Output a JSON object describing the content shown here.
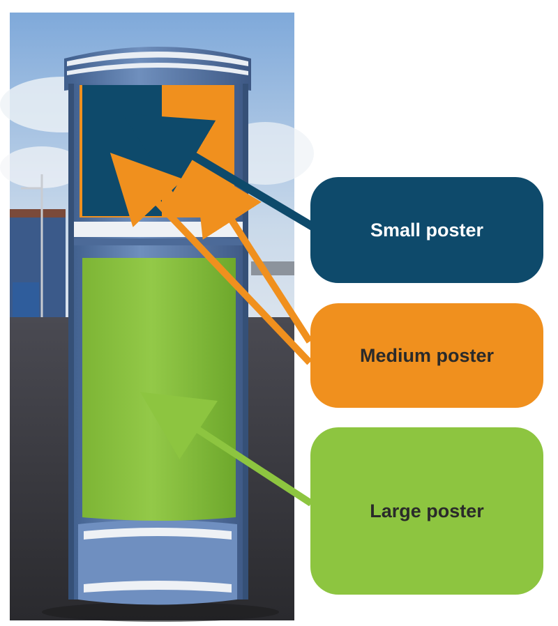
{
  "labels": {
    "small": "Small poster",
    "medium": "Medium poster",
    "large": "Large poster"
  },
  "colors": {
    "small": "#0e4a6b",
    "medium": "#f0901e",
    "large": "#8dc540",
    "small_text": "#ffffff",
    "medium_text": "#2a2a2a",
    "large_text": "#2a2a2a",
    "column_steel": "#5a79a8",
    "sky": "#a9c7e6"
  }
}
